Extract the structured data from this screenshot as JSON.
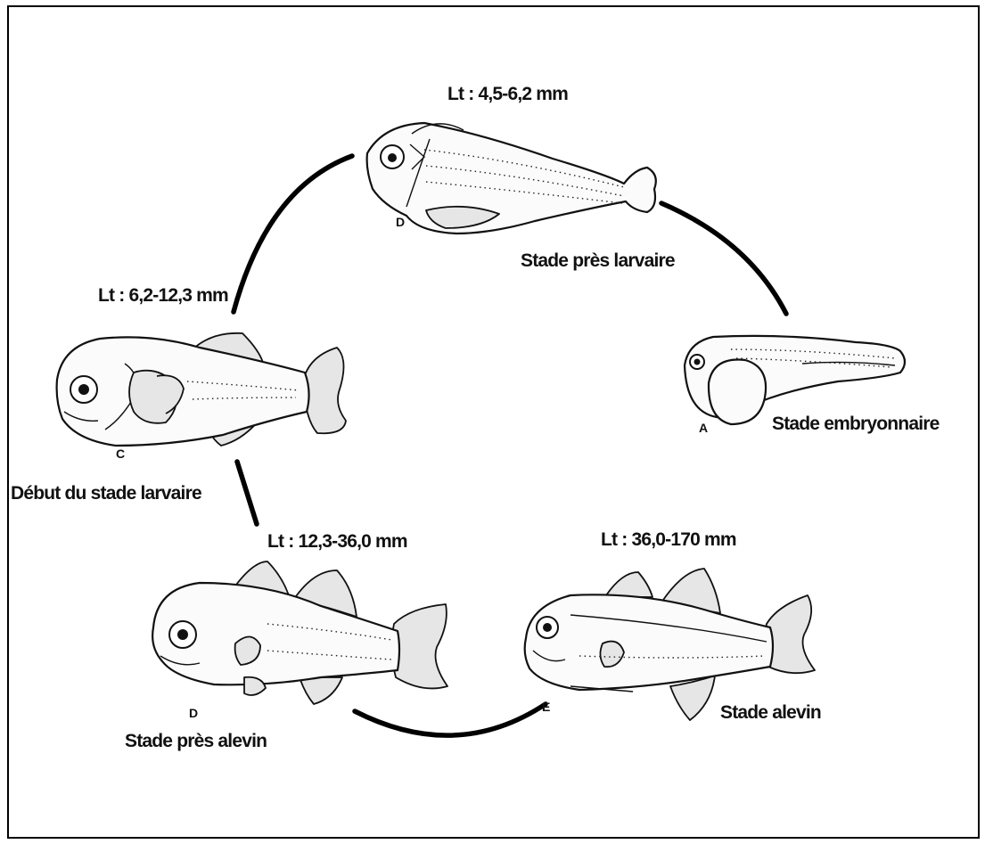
{
  "stages": {
    "prelarval": {
      "length": "Lt : 4,5-6,2 mm",
      "name": "Stade près larvaire",
      "letter": "D"
    },
    "embryonic": {
      "name": "Stade embryonnaire",
      "letter": "A"
    },
    "early_larval": {
      "length": "Lt : 6,2-12,3 mm",
      "name": "Début du stade larvaire",
      "letter": "C"
    },
    "prejuvenile": {
      "length": "Lt : 12,3-36,0 mm",
      "name": "Stade près alevin",
      "letter": "D"
    },
    "juvenile": {
      "length": "Lt : 36,0-170 mm",
      "name": "Stade alevin",
      "letter": "E"
    }
  }
}
